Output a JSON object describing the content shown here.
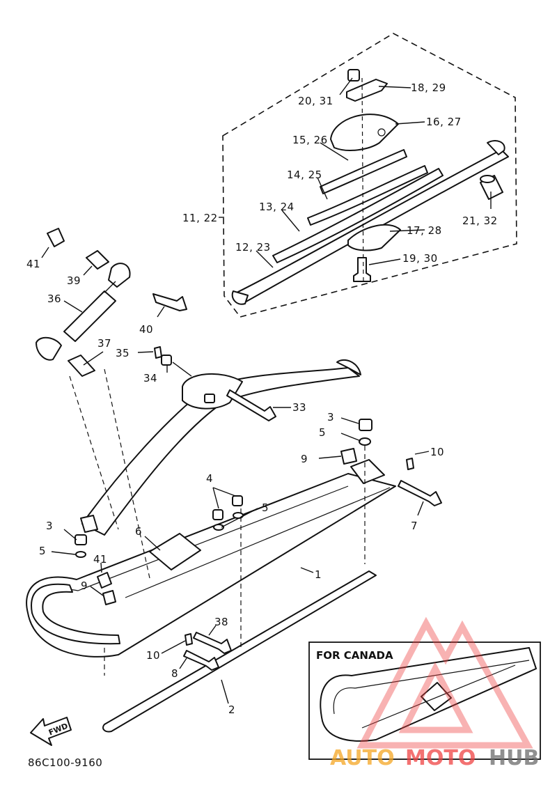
{
  "callouts": {
    "c1": "1",
    "c2": "2",
    "c3a": "3",
    "c3b": "3",
    "c4": "4",
    "c5a": "5",
    "c5b": "5",
    "c5c": "5",
    "c6": "6",
    "c7": "7",
    "c8": "8",
    "c9a": "9",
    "c9b": "9",
    "c10a": "10",
    "c10b": "10",
    "c11_22": "11, 22",
    "c12_23": "12, 23",
    "c13_24": "13, 24",
    "c14_25": "14, 25",
    "c15_26": "15, 26",
    "c16_27": "16, 27",
    "c17_28": "17, 28",
    "c18_29": "18, 29",
    "c19_30": "19, 30",
    "c20_31": "20, 31",
    "c21_32": "21, 32",
    "c33": "33",
    "c34": "34",
    "c35": "35",
    "c36": "36",
    "c37": "37",
    "c38": "38",
    "c39": "39",
    "c40": "40",
    "c41a": "41",
    "c41b": "41"
  },
  "inset_title": "FOR CANADA",
  "fwd_label": "FWD",
  "diagram_code": "86C100-9160",
  "watermark": {
    "part1": "AUTO",
    "part2": "MOTO",
    "part3": "HUB",
    "color_orange": "#f5a623",
    "color_red": "#ef4444",
    "color_gray": "#6b6b6b"
  }
}
